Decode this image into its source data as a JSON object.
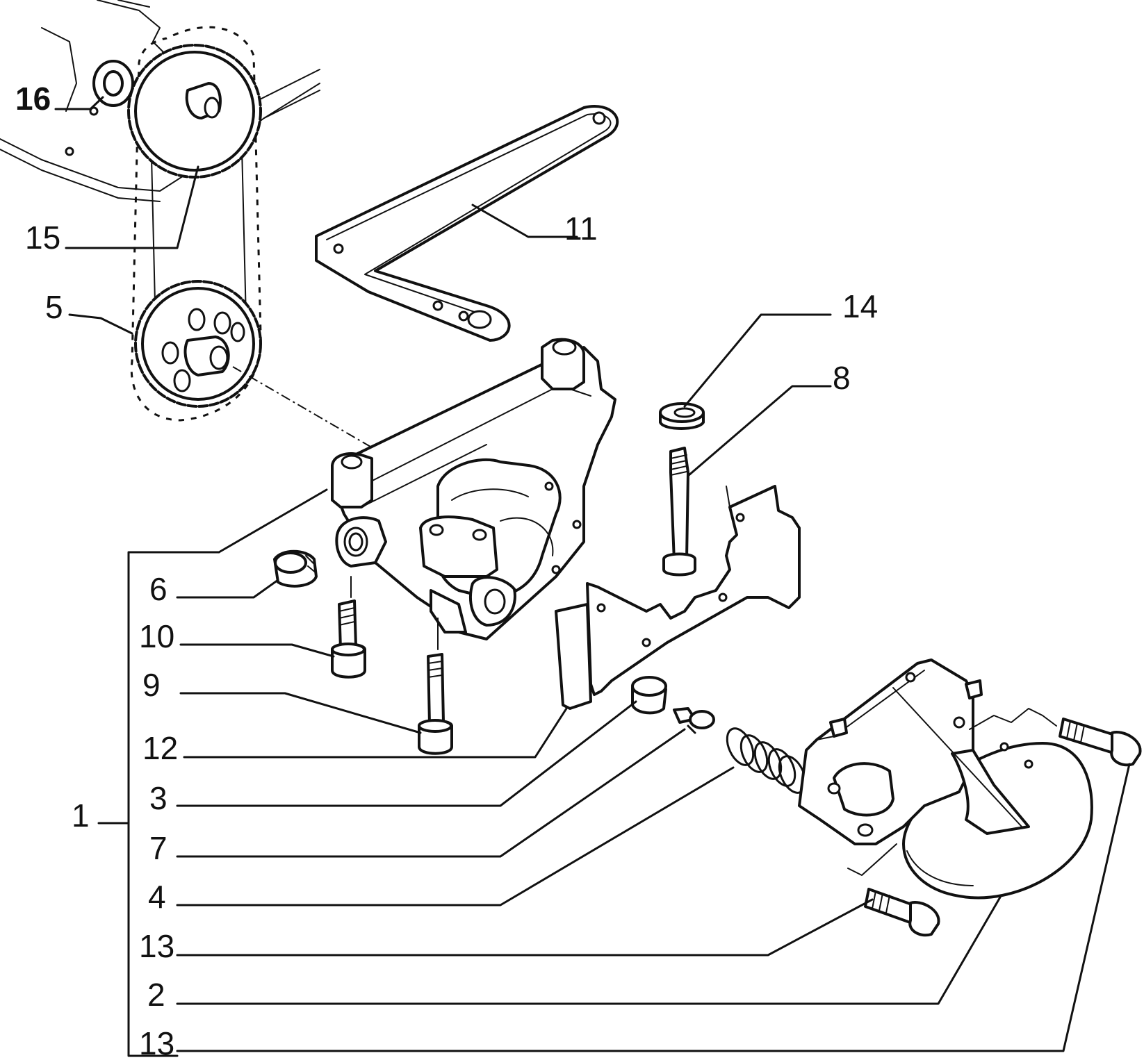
{
  "diagram": {
    "callouts": {
      "c16": "16",
      "c15": "15",
      "c5": "5",
      "c11": "11",
      "c14": "14",
      "c8": "8",
      "c6": "6",
      "c10": "10",
      "c9": "9",
      "c12": "12",
      "c3": "3",
      "c7": "7",
      "c4": "4",
      "c13a": "13",
      "c2": "2",
      "c13b": "13",
      "c1": "1"
    },
    "colors": {
      "ink": "#111111",
      "paper": "#ffffff"
    }
  }
}
